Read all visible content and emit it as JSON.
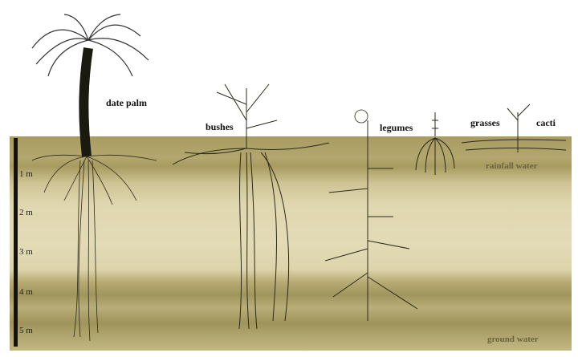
{
  "plants": [
    {
      "name": "date palm"
    },
    {
      "name": "bushes"
    },
    {
      "name": "legumes"
    },
    {
      "name": "grasses"
    },
    {
      "name": "cacti"
    }
  ],
  "water_layers": {
    "top": "rainfall water",
    "bottom": "ground water"
  },
  "depth_scale": [
    "1 m",
    "2 m",
    "3 m",
    "4 m",
    "5 m"
  ],
  "colors": {
    "soil_dark": "#a0955d",
    "soil_light": "#e3dbb6",
    "roots": "#2a2a1a"
  }
}
